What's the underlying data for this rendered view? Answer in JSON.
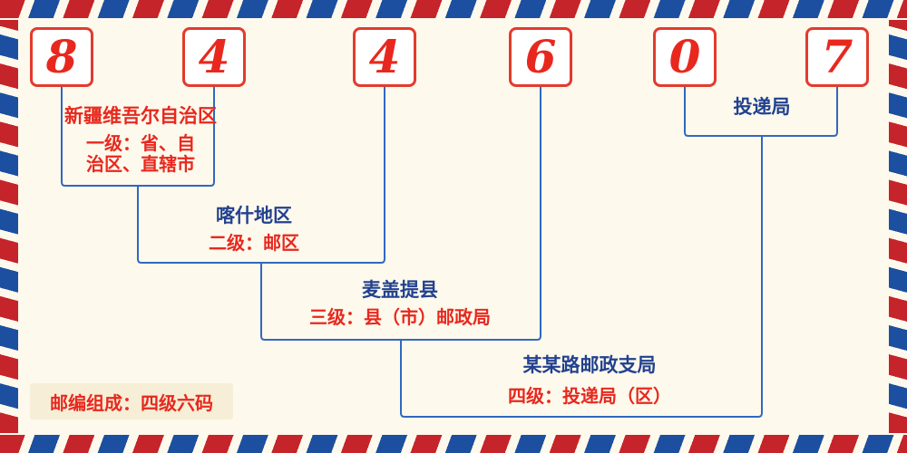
{
  "postal_code": {
    "digits": [
      {
        "value": "8"
      },
      {
        "value": "4"
      },
      {
        "value": "4"
      },
      {
        "value": "6"
      },
      {
        "value": "0"
      },
      {
        "value": "7"
      }
    ]
  },
  "labels": {
    "level1": {
      "title": "新疆维吾尔自治区",
      "subtitle": "一级：省、自\n治区、直辖市"
    },
    "level2": {
      "title": "喀什地区",
      "subtitle": "二级：邮区"
    },
    "level3": {
      "title": "麦盖提县",
      "subtitle": "三级：县（市）邮政局"
    },
    "level4": {
      "title": "某某路邮政支局",
      "subtitle": "四级：投递局（区）"
    },
    "delivery": {
      "title": "投递局"
    }
  },
  "footer": {
    "note": "邮编组成：四级六码"
  },
  "colors": {
    "stripe_red": "#c5242b",
    "stripe_blue": "#1c4f9f",
    "digit_red": "#e8281e",
    "label_red": "#e8281e",
    "label_navy": "#22418f",
    "line_blue": "#3168c0",
    "background": "#fdf9ec"
  }
}
